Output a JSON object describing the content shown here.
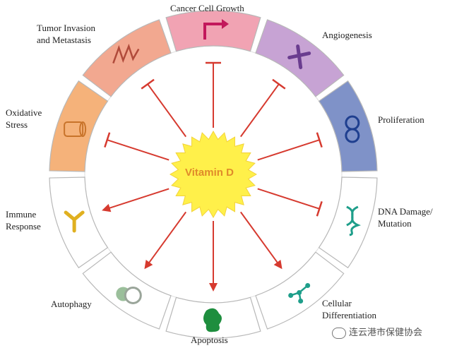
{
  "center": {
    "label": "Vitamin D"
  },
  "segments": [
    {
      "id": "cancer-cell-growth",
      "label": "Cancer Cell Growth",
      "color": "#f1a3b3",
      "effect": "inhibit"
    },
    {
      "id": "angiogenesis",
      "label": "Angiogenesis",
      "color": "#c7a3d4",
      "effect": "inhibit"
    },
    {
      "id": "proliferation",
      "label": "Proliferation",
      "color": "#7f92c8",
      "effect": "inhibit"
    },
    {
      "id": "dna-damage-mutation",
      "label_line1": "DNA Damage/",
      "label_line2": "Mutation",
      "color": "#ffffff",
      "effect": "inhibit"
    },
    {
      "id": "cellular-differentiation",
      "label_line1": "Cellular",
      "label_line2": "Differentiation",
      "color": "#ffffff",
      "effect": "promote"
    },
    {
      "id": "apoptosis",
      "label": "Apoptosis",
      "color": "#ffffff",
      "effect": "promote"
    },
    {
      "id": "autophagy",
      "label": "Autophagy",
      "color": "#ffffff",
      "effect": "promote"
    },
    {
      "id": "immune-response",
      "label_line1": "Immune",
      "label_line2": "Response",
      "color": "#ffffff",
      "effect": "promote"
    },
    {
      "id": "oxidative-stress",
      "label_line1": "Oxidative",
      "label_line2": "Stress",
      "color": "#f5b27a",
      "effect": "inhibit"
    },
    {
      "id": "tumor-invasion-metastasis",
      "label_line1": "Tumor Invasion",
      "label_line2": "and Metastasis",
      "color": "#f2a890",
      "effect": "inhibit"
    }
  ],
  "watermark": {
    "text": "连云港市保健协会",
    "icon": "wechat-icon"
  },
  "colors": {
    "arrow": "#d63a2f",
    "sun": "#fff04a",
    "ring_stroke": "#b8b8b8"
  }
}
